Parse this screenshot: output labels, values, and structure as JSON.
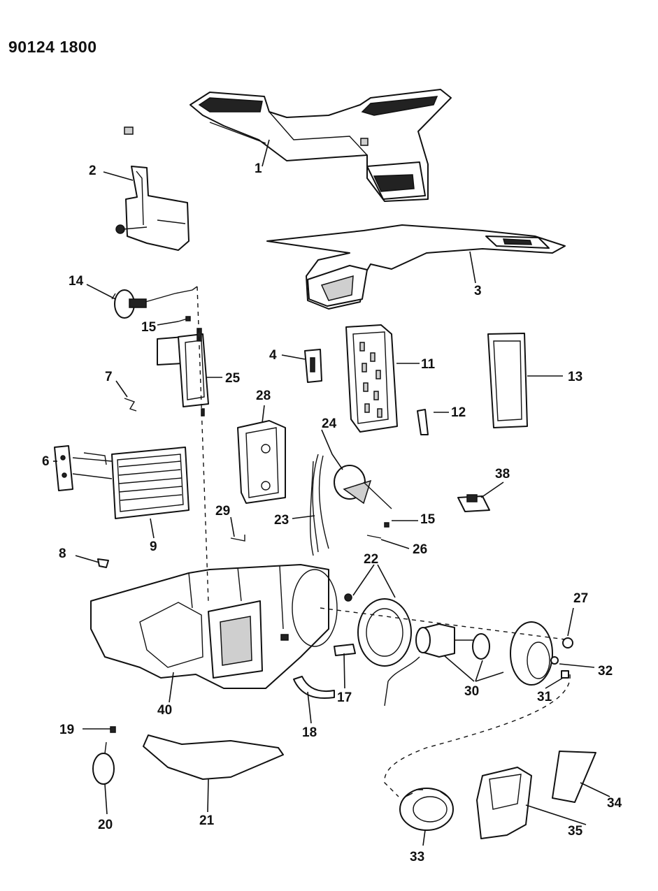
{
  "document_id": "90124 1800",
  "callouts": [
    {
      "id": "c1",
      "text": "1"
    },
    {
      "id": "c2",
      "text": "2"
    },
    {
      "id": "c3",
      "text": "3"
    },
    {
      "id": "c4",
      "text": "4"
    },
    {
      "id": "c6",
      "text": "6"
    },
    {
      "id": "c7",
      "text": "7"
    },
    {
      "id": "c8",
      "text": "8"
    },
    {
      "id": "c9",
      "text": "9"
    },
    {
      "id": "c11",
      "text": "11"
    },
    {
      "id": "c12",
      "text": "12"
    },
    {
      "id": "c13",
      "text": "13"
    },
    {
      "id": "c14",
      "text": "14"
    },
    {
      "id": "c15a",
      "text": "15"
    },
    {
      "id": "c15b",
      "text": "15"
    },
    {
      "id": "c17",
      "text": "17"
    },
    {
      "id": "c18",
      "text": "18"
    },
    {
      "id": "c19",
      "text": "19"
    },
    {
      "id": "c20",
      "text": "20"
    },
    {
      "id": "c21",
      "text": "21"
    },
    {
      "id": "c22",
      "text": "22"
    },
    {
      "id": "c23",
      "text": "23"
    },
    {
      "id": "c24",
      "text": "24"
    },
    {
      "id": "c25",
      "text": "25"
    },
    {
      "id": "c26",
      "text": "26"
    },
    {
      "id": "c27",
      "text": "27"
    },
    {
      "id": "c28",
      "text": "28"
    },
    {
      "id": "c29",
      "text": "29"
    },
    {
      "id": "c30",
      "text": "30"
    },
    {
      "id": "c31",
      "text": "31"
    },
    {
      "id": "c32",
      "text": "32"
    },
    {
      "id": "c33",
      "text": "33"
    },
    {
      "id": "c34",
      "text": "34"
    },
    {
      "id": "c35",
      "text": "35"
    },
    {
      "id": "c38",
      "text": "38"
    },
    {
      "id": "c40",
      "text": "40"
    }
  ]
}
